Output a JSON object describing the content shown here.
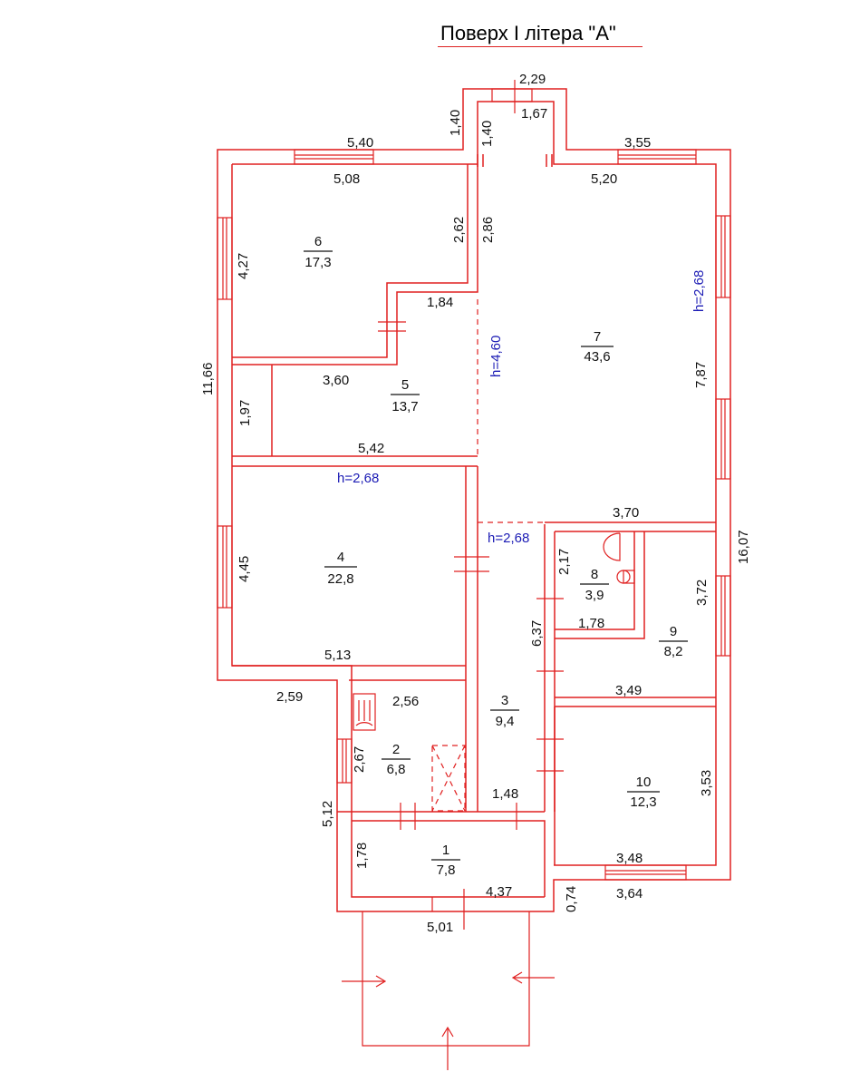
{
  "title": "Поверх І  літера \"А\"",
  "rooms": [
    {
      "num": "1",
      "area": "7,8"
    },
    {
      "num": "2",
      "area": "6,8"
    },
    {
      "num": "3",
      "area": "9,4"
    },
    {
      "num": "4",
      "area": "22,8"
    },
    {
      "num": "5",
      "area": "13,7"
    },
    {
      "num": "6",
      "area": "17,3"
    },
    {
      "num": "7",
      "area": "43,6"
    },
    {
      "num": "8",
      "area": "3,9"
    },
    {
      "num": "9",
      "area": "8,2"
    },
    {
      "num": "10",
      "area": "12,3"
    }
  ],
  "heights": [
    "h=2,68",
    "h=4,60",
    "h=2,68",
    "h=2,68"
  ],
  "dims": {
    "top_229": "2,29",
    "top_167": "1,67",
    "left_140": "1,40",
    "inner_140": "1,40",
    "d_540": "5,40",
    "d_508": "5,08",
    "d_355": "3,55",
    "d_520": "5,20",
    "d_262": "2,62",
    "d_286": "2,86",
    "d_427": "4,27",
    "d_184": "1,84",
    "d_1166": "11,66",
    "d_360": "3,60",
    "d_197": "1,97",
    "d_787": "7,87",
    "d_542": "5,42",
    "d_370": "3,70",
    "d_1607": "16,07",
    "d_217": "2,17",
    "d_445": "4,45",
    "d_372": "3,72",
    "d_178a": "1,78",
    "d_637": "6,37",
    "d_513": "5,13",
    "d_259": "2,59",
    "d_256": "2,56",
    "d_349": "3,49",
    "d_267": "2,67",
    "d_353": "3,53",
    "d_512": "5,12",
    "d_148": "1,48",
    "d_178b": "1,78",
    "d_348": "3,48",
    "d_074": "0,74",
    "d_437": "4,37",
    "d_364": "3,64",
    "d_501": "5,01"
  }
}
